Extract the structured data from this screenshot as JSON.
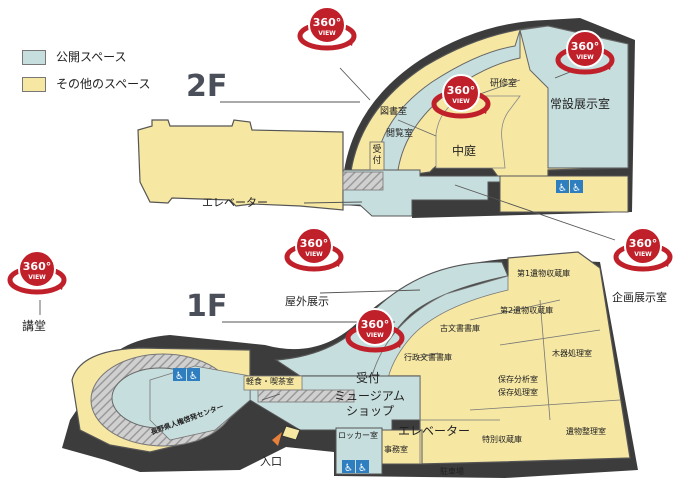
{
  "legend": {
    "public_label": "公開スペース",
    "public_color": "#c6dedd",
    "other_label": "その他のスペース",
    "other_color": "#f6e7a3"
  },
  "floors": {
    "second": "2F",
    "first": "1F"
  },
  "view_badge": {
    "number": "360°",
    "caption": "VIEW",
    "color": "#c0202a"
  },
  "labels_2f": {
    "library": "図書室",
    "reading": "閲覧室",
    "reception": "受付",
    "training": "研修室",
    "courtyard": "中庭",
    "permanent": "常設展示室",
    "elevator": "エレベーター"
  },
  "labels_1f": {
    "auditorium": "講堂",
    "outdoor": "屋外展示",
    "special_exhibit": "企画展示室",
    "storage1": "第1遺物収蔵庫",
    "storage2": "第2遺物収蔵庫",
    "old_docs": "古文書書庫",
    "admin_docs": "行政文書書庫",
    "wood_proc": "木器処理室",
    "analysis": "保存分析室",
    "treatment": "保存処理室",
    "artifact_org": "遺物整理室",
    "special_storage": "特別収蔵庫",
    "lounge": "軽食・喫茶室",
    "reception": "受付",
    "shop_line1": "ミュージアム",
    "shop_line2": "ショップ",
    "elevator": "エレベーター",
    "locker": "ロッカー室",
    "office": "事務室",
    "parking": "駐車場",
    "entrance": "入口",
    "center": "長野県人権啓発センター"
  }
}
